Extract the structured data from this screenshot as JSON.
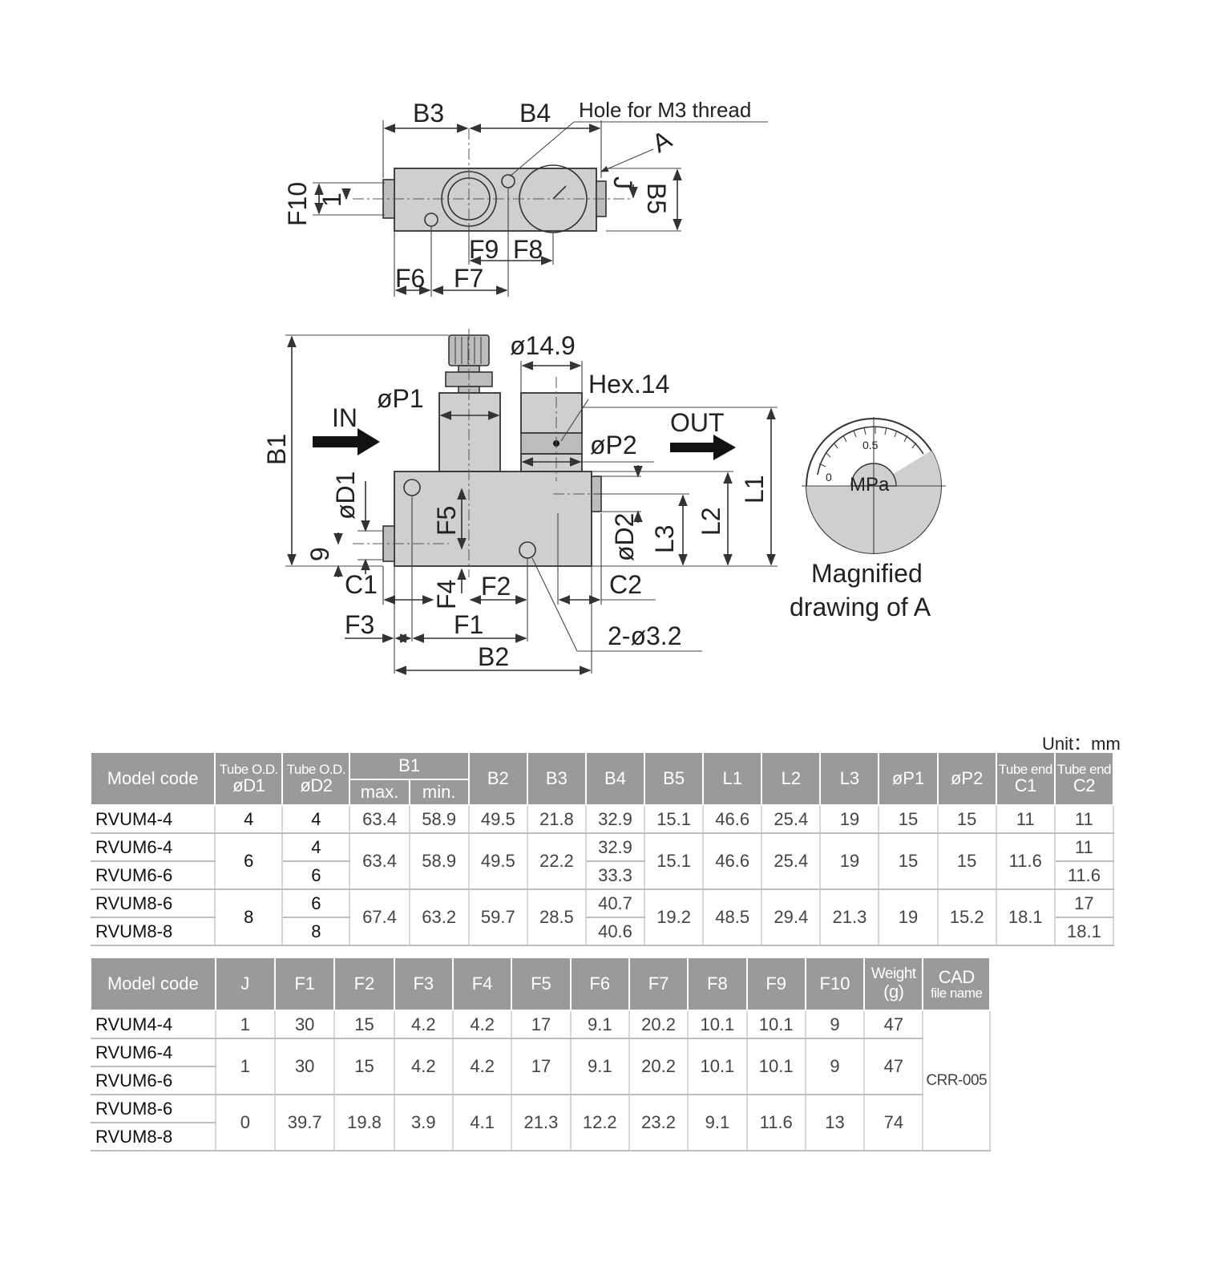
{
  "drawing": {
    "top_view": {
      "labels": [
        "B3",
        "B4",
        "Hole for M3 thread",
        "A",
        "F10",
        "1",
        "J",
        "B5",
        "F9",
        "F8",
        "F6",
        "F7"
      ]
    },
    "front_view": {
      "labels": [
        "B1",
        "IN",
        "øP1",
        "ø14.9",
        "Hex.14",
        "OUT",
        "øP2",
        "øD1",
        "F5",
        "9",
        "øD2",
        "L3",
        "L2",
        "L1",
        "C1",
        "F4",
        "F2",
        "C2",
        "F3",
        "F1",
        "2-ø3.2",
        "B2"
      ]
    },
    "gauge": {
      "unit_label": "MPa",
      "tick_0": "0",
      "tick_mid": "0.5",
      "caption_line1": "Magnified",
      "caption_line2": "drawing of A"
    }
  },
  "unit_note": "Unit：mm",
  "table1": {
    "headers": {
      "model": "Model code",
      "tube_od_1": "Tube O.D.",
      "d1": "øD1",
      "tube_od_2": "Tube O.D.",
      "d2": "øD2",
      "b1": "B1",
      "b1_max": "max.",
      "b1_min": "min.",
      "cols": [
        "B2",
        "B3",
        "B4",
        "B5",
        "L1",
        "L2",
        "L3",
        "øP1",
        "øP2"
      ],
      "tube_end_1": "Tube end",
      "c1": "C1",
      "tube_end_2": "Tube end",
      "c2": "C2"
    },
    "groups": [
      {
        "d1": "4",
        "b1_max": "63.4",
        "b1_min": "58.9",
        "b2": "49.5",
        "b3": "21.8",
        "b5": "15.1",
        "l1": "46.6",
        "l2": "25.4",
        "l3": "19",
        "p1": "15",
        "p2": "15",
        "c1": "11",
        "rows": [
          {
            "model": "RVUM4-4",
            "d2": "4",
            "b4": "32.9",
            "c2": "11"
          }
        ]
      },
      {
        "d1": "6",
        "b1_max": "63.4",
        "b1_min": "58.9",
        "b2": "49.5",
        "b3": "22.2",
        "b5": "15.1",
        "l1": "46.6",
        "l2": "25.4",
        "l3": "19",
        "p1": "15",
        "p2": "15",
        "c1": "11.6",
        "rows": [
          {
            "model": "RVUM6-4",
            "d2": "4",
            "b4": "32.9",
            "c2": "11"
          },
          {
            "model": "RVUM6-6",
            "d2": "6",
            "b4": "33.3",
            "c2": "11.6"
          }
        ]
      },
      {
        "d1": "8",
        "b1_max": "67.4",
        "b1_min": "63.2",
        "b2": "59.7",
        "b3": "28.5",
        "b5": "19.2",
        "l1": "48.5",
        "l2": "29.4",
        "l3": "21.3",
        "p1": "19",
        "p2": "15.2",
        "c1": "18.1",
        "rows": [
          {
            "model": "RVUM8-6",
            "d2": "6",
            "b4": "40.7",
            "c2": "17"
          },
          {
            "model": "RVUM8-8",
            "d2": "8",
            "b4": "40.6",
            "c2": "18.1"
          }
        ]
      }
    ]
  },
  "table2": {
    "headers": {
      "model": "Model code",
      "cols": [
        "J",
        "F1",
        "F2",
        "F3",
        "F4",
        "F5",
        "F6",
        "F7",
        "F8",
        "F9",
        "F10"
      ],
      "weight_1": "Weight",
      "weight_2": "(g)",
      "cad_1": "CAD",
      "cad_2": "file name"
    },
    "cad_value": "CRR-005",
    "groups": [
      {
        "models": [
          "RVUM4-4"
        ],
        "values": [
          "1",
          "30",
          "15",
          "4.2",
          "4.2",
          "17",
          "9.1",
          "20.2",
          "10.1",
          "10.1",
          "9"
        ],
        "weight": "47"
      },
      {
        "models": [
          "RVUM6-4",
          "RVUM6-6"
        ],
        "values": [
          "1",
          "30",
          "15",
          "4.2",
          "4.2",
          "17",
          "9.1",
          "20.2",
          "10.1",
          "10.1",
          "9"
        ],
        "weight": "47"
      },
      {
        "models": [
          "RVUM8-6",
          "RVUM8-8"
        ],
        "values": [
          "0",
          "39.7",
          "19.8",
          "3.9",
          "4.1",
          "21.3",
          "12.2",
          "23.2",
          "9.1",
          "11.6",
          "13"
        ],
        "weight": "74"
      }
    ]
  }
}
